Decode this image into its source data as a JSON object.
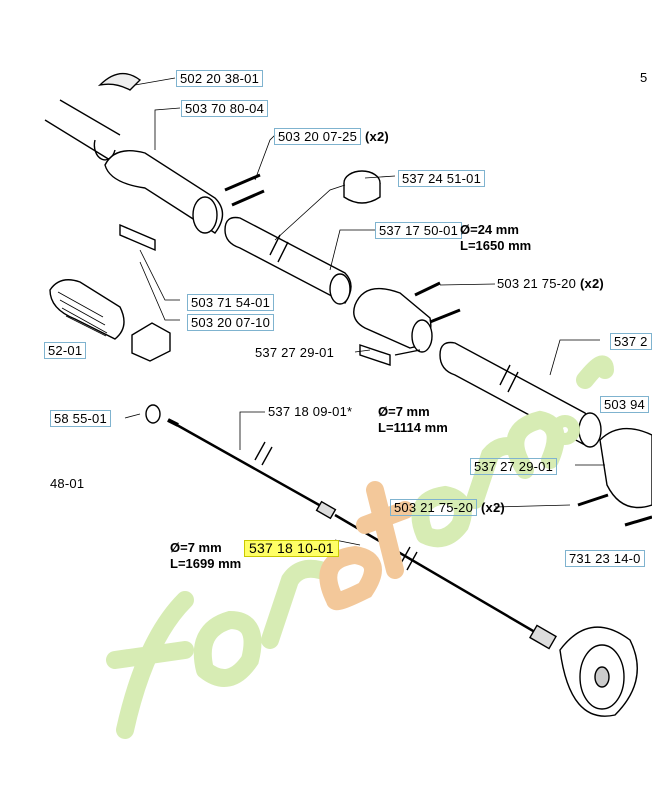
{
  "parts": {
    "p1": "502 20 38-01",
    "p2": "503 70 80-04",
    "p3": "503 20 07-25",
    "p3_qty": "(x2)",
    "p4": "537 24 51-01",
    "p5": "537 17 50-01",
    "p5_dia": "Ø=24 mm",
    "p5_len": "L=1650 mm",
    "p6": "503 21 75-20",
    "p6_qty": "(x2)",
    "p7": "503 71 54-01",
    "p8": "503 20 07-10",
    "p9": "537 27 29-01",
    "p10": "52-01",
    "p11": "58 55-01",
    "p12": "537 18 09-01*",
    "p12_dia": "Ø=7 mm",
    "p12_len": "L=1114 mm",
    "p13": "48-01",
    "p14": "537 27 29-01",
    "p15": "503 21 75-20",
    "p15_qty": "(x2)",
    "p16": "537 18 10-01",
    "p16_dia": "Ø=7 mm",
    "p16_len": "L=1699 mm",
    "p17": "731 23 14-0",
    "p18": "537 2",
    "p19": "503 94",
    "corner": "5"
  },
  "watermark": "foretjardin.com",
  "colors": {
    "label_box": "#7fb3cf",
    "highlight": "#ffff66",
    "watermark_green": "#d7ecb4",
    "watermark_orange": "#f3c89a"
  }
}
